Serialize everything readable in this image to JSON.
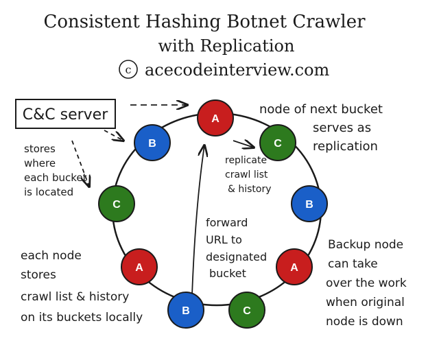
{
  "title": {
    "line1": "Consistent Hashing Botnet Crawler",
    "line2": "with Replication",
    "copyright_symbol": "c",
    "line3": "acecodeinterview.com"
  },
  "server": {
    "label": "C&C server"
  },
  "nodes": [
    {
      "label": "A",
      "color": "#c81e1e"
    },
    {
      "label": "C",
      "color": "#2d7a1e"
    },
    {
      "label": "B",
      "color": "#1a5fc8"
    },
    {
      "label": "A",
      "color": "#c81e1e"
    },
    {
      "label": "C",
      "color": "#2d7a1e"
    },
    {
      "label": "B",
      "color": "#1a5fc8"
    },
    {
      "label": "A",
      "color": "#c81e1e"
    },
    {
      "label": "C",
      "color": "#2d7a1e"
    },
    {
      "label": "B",
      "color": "#1a5fc8"
    }
  ],
  "notes": {
    "stores_where": [
      "stores",
      "where",
      "each bucket",
      "is located"
    ],
    "next_bucket": [
      "node of next bucket",
      "serves as",
      "replication"
    ],
    "replicate": [
      "replicate",
      "crawl list",
      "& history"
    ],
    "forward": [
      "forward",
      "URL to",
      "designated",
      "bucket"
    ],
    "backup": [
      "Backup node",
      "can take",
      "over the work",
      "when original",
      "node is down"
    ],
    "each_node": [
      "each node",
      "stores",
      "crawl list & history",
      "on its buckets locally"
    ]
  },
  "colors": {
    "ring": "#1a1a1a",
    "ink": "#1a1a1a"
  }
}
